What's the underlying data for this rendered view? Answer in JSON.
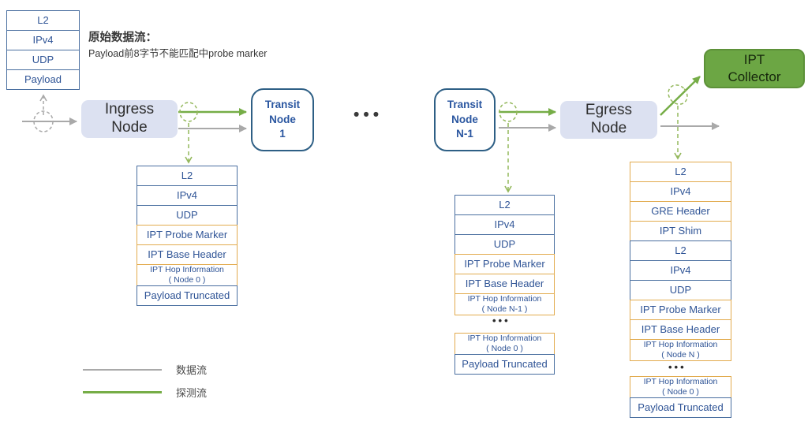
{
  "note": {
    "title": "原始数据流：",
    "body": "Payload前8字节不能匹配中probe marker"
  },
  "nodes": {
    "ingress": "Ingress\nNode",
    "transit1": "Transit\nNode\n1",
    "transit_n1": "Transit\nNode\nN-1",
    "egress": "Egress\nNode",
    "collector": "IPT\nCollector",
    "flow_ellipsis": "•••"
  },
  "original_stack": {
    "rows": [
      {
        "label": "L2",
        "color": "blue"
      },
      {
        "label": "IPv4",
        "color": "blue"
      },
      {
        "label": "UDP",
        "color": "blue"
      },
      {
        "label": "Payload",
        "color": "blue"
      }
    ]
  },
  "stacks": {
    "ellipsis": "•••",
    "ingress": [
      {
        "label": "L2",
        "color": "blue"
      },
      {
        "label": "IPv4",
        "color": "blue"
      },
      {
        "label": "UDP",
        "color": "blue"
      },
      {
        "label": "IPT Probe Marker",
        "color": "orange"
      },
      {
        "label": "IPT Base Header",
        "color": "orange"
      },
      {
        "label": "IPT Hop Information",
        "sub": "( Node 0 )",
        "color": "orange"
      },
      {
        "label": "Payload Truncated",
        "color": "blue"
      }
    ],
    "transit_top": [
      {
        "label": "L2",
        "color": "blue"
      },
      {
        "label": "IPv4",
        "color": "blue"
      },
      {
        "label": "UDP",
        "color": "blue"
      },
      {
        "label": "IPT Probe Marker",
        "color": "orange"
      },
      {
        "label": "IPT Base Header",
        "color": "orange"
      },
      {
        "label": "IPT Hop Information",
        "sub": "( Node N-1 )",
        "color": "orange"
      }
    ],
    "transit_bottom": [
      {
        "label": "IPT Hop Information",
        "sub": "( Node 0 )",
        "color": "orange"
      },
      {
        "label": "Payload Truncated",
        "color": "blue"
      }
    ],
    "egress_top": [
      {
        "label": "L2",
        "color": "orange"
      },
      {
        "label": "IPv4",
        "color": "orange"
      },
      {
        "label": "GRE Header",
        "color": "orange"
      },
      {
        "label": "IPT Shim",
        "color": "orange"
      },
      {
        "label": "L2",
        "color": "blue"
      },
      {
        "label": "IPv4",
        "color": "blue"
      },
      {
        "label": "UDP",
        "color": "blue"
      },
      {
        "label": "IPT Probe Marker",
        "color": "orange"
      },
      {
        "label": "IPT Base Header",
        "color": "orange"
      },
      {
        "label": "IPT Hop Information",
        "sub": "( Node N )",
        "color": "orange"
      }
    ],
    "egress_bottom": [
      {
        "label": "IPT Hop Information",
        "sub": "( Node 0 )",
        "color": "orange"
      },
      {
        "label": "Payload Truncated",
        "color": "blue"
      }
    ]
  },
  "legend": {
    "data_flow": "数据流",
    "probe_flow": "探测流"
  },
  "colors": {
    "data_flow_gray": "#a9a9a9",
    "probe_flow_green": "#76ad47",
    "probe_dashed_green": "#94b85c",
    "collector_green": "#6ca644",
    "node_fill": "#dce1f1",
    "blue_border": "#4a6fa0",
    "orange_border": "#e2ab4e",
    "navy_text": "#2f5496"
  }
}
